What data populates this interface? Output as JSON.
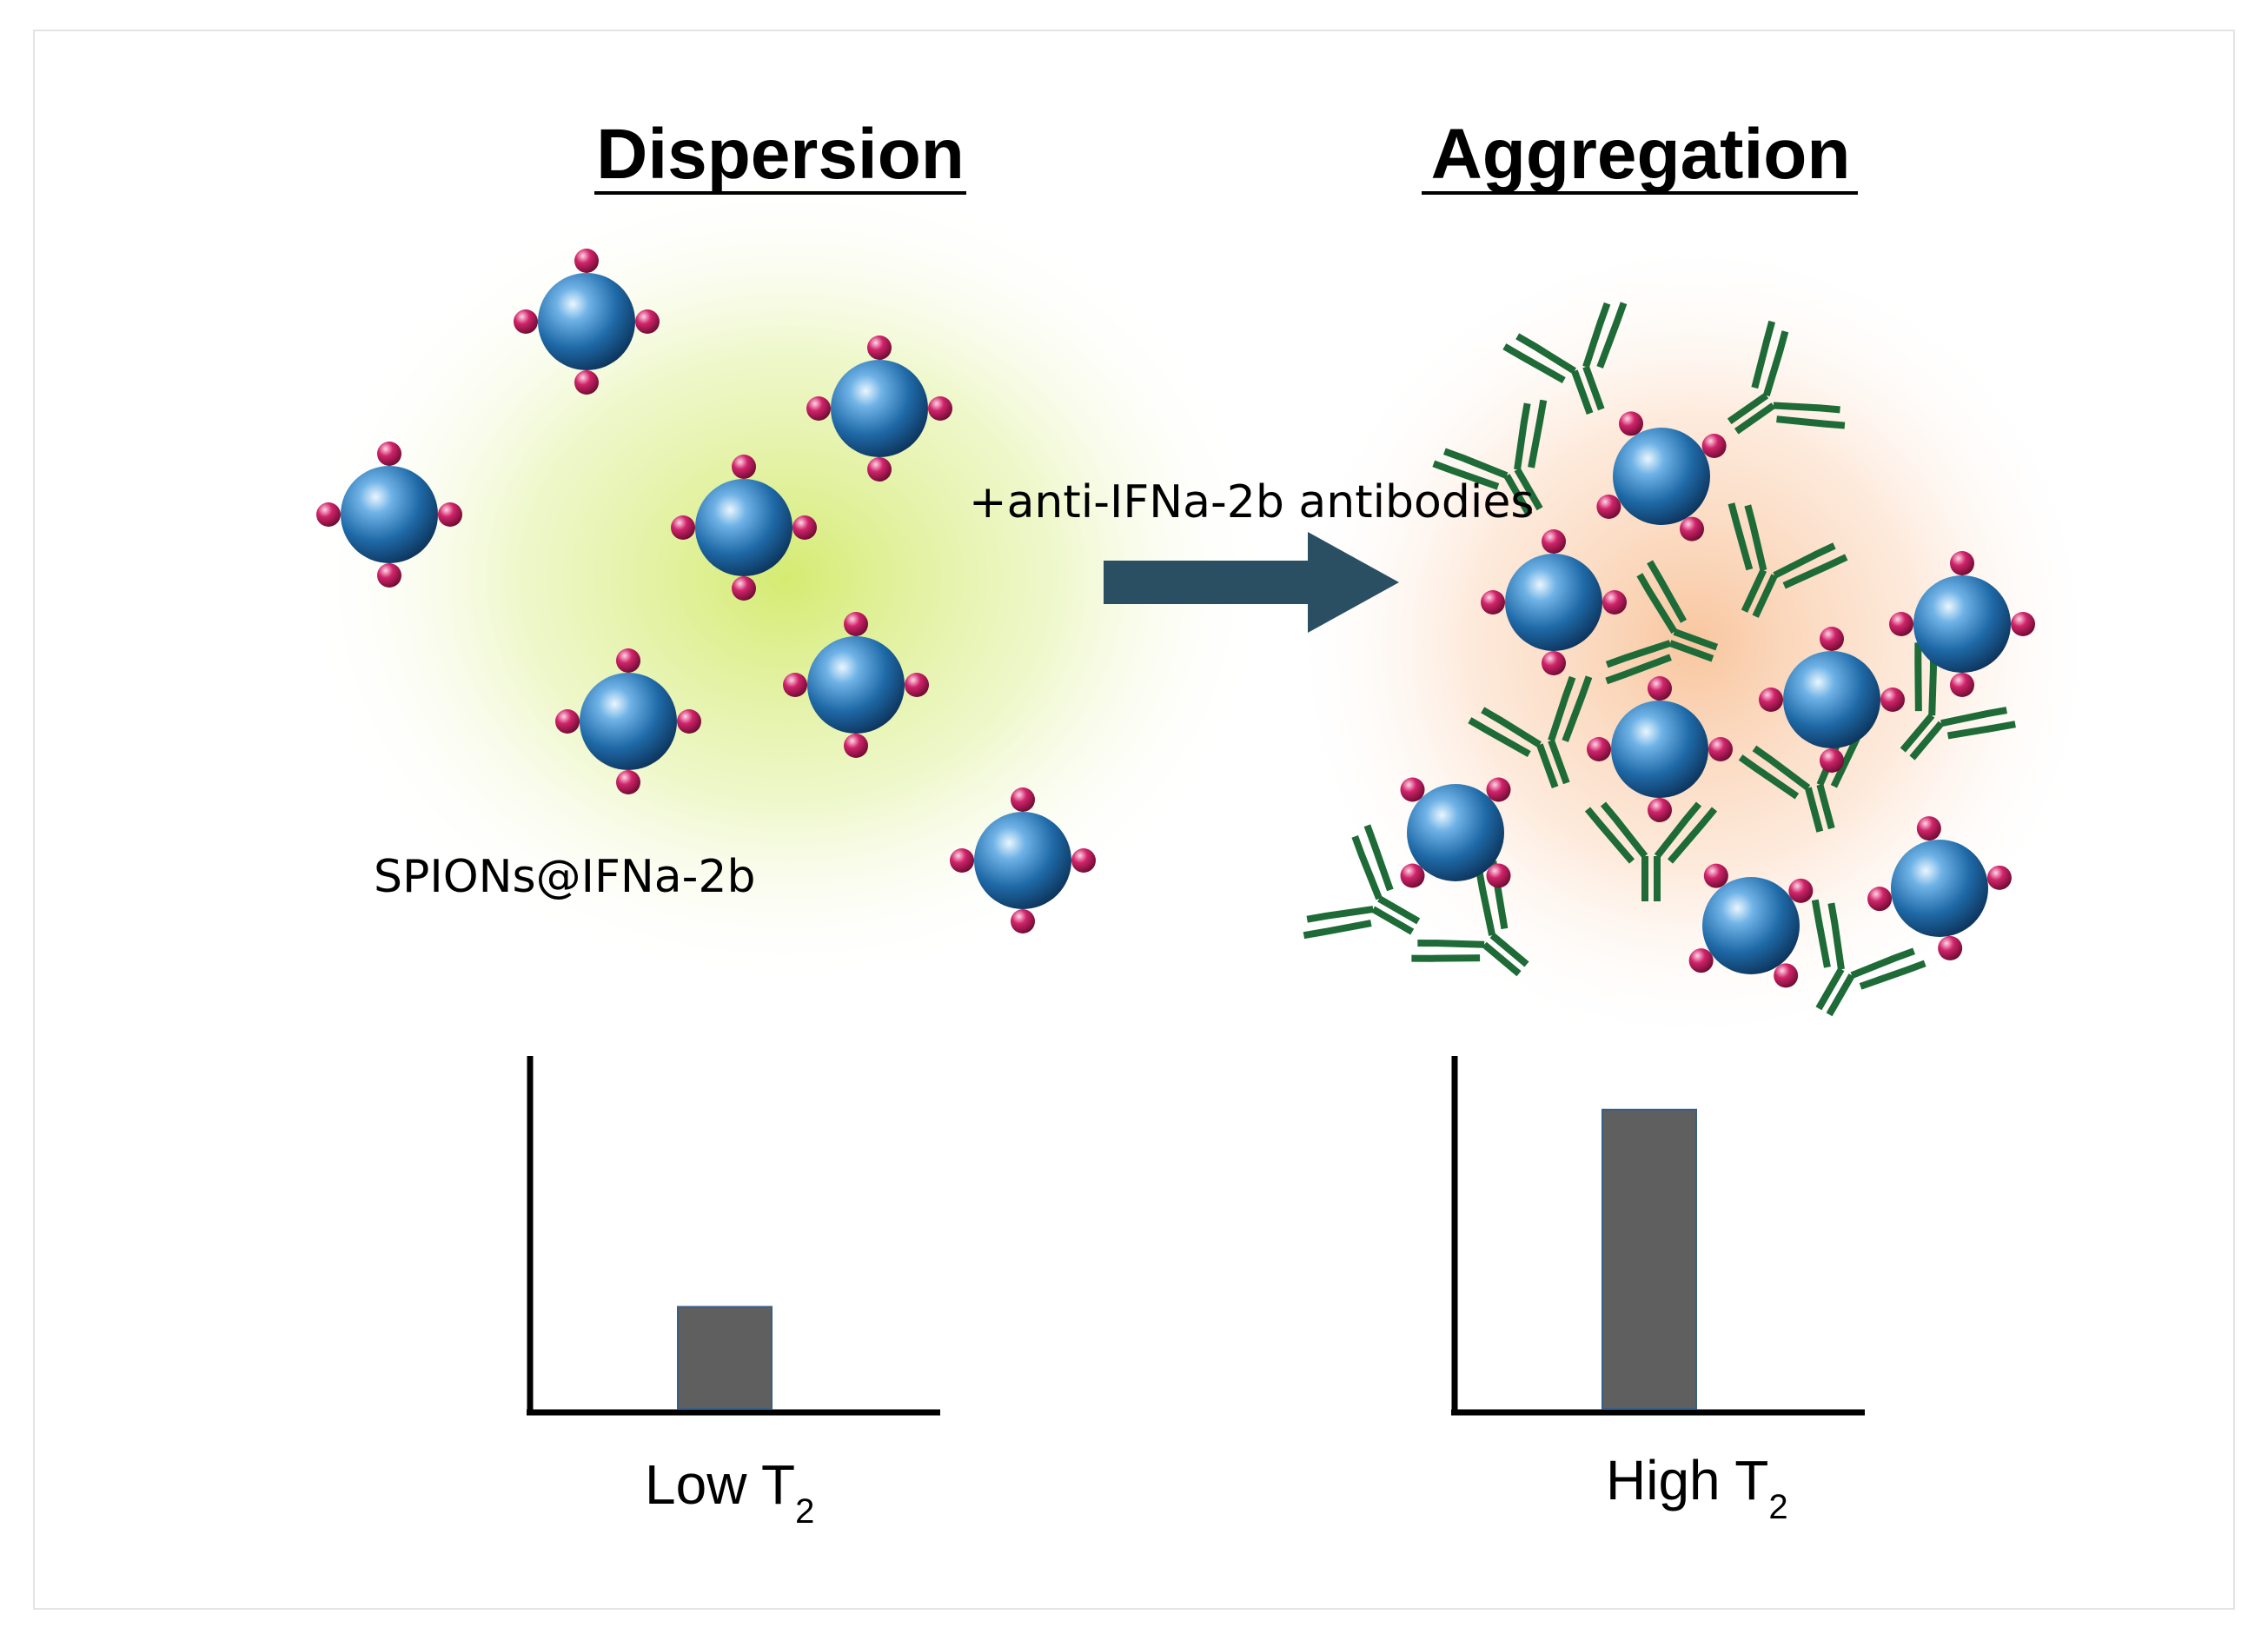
{
  "left_panel": {
    "title": "Dispersion",
    "particle_label": "SPIONs@IFNa-2b",
    "bar_label_main": "Low T",
    "bar_label_sub": "2",
    "bar_level": 0.29
  },
  "arrow": {
    "label": "+anti-IFNa-2b antibodies"
  },
  "right_panel": {
    "title": "Aggregation",
    "bar_label_main": "High T",
    "bar_label_sub": "2",
    "bar_level": 0.85
  },
  "colors": {
    "nanoparticle": "#1f6aa8",
    "ligand": "#c2185b",
    "antibody": "#1e6b38",
    "arrow": "#2a4f63",
    "bar": "#5f5f5f",
    "dispersion_glow": "#d9ee8a",
    "aggregation_glow": "#fbd2b4"
  },
  "icons": {
    "nanoparticle": "nanoparticle-icon",
    "antibody": "antibody-icon"
  }
}
